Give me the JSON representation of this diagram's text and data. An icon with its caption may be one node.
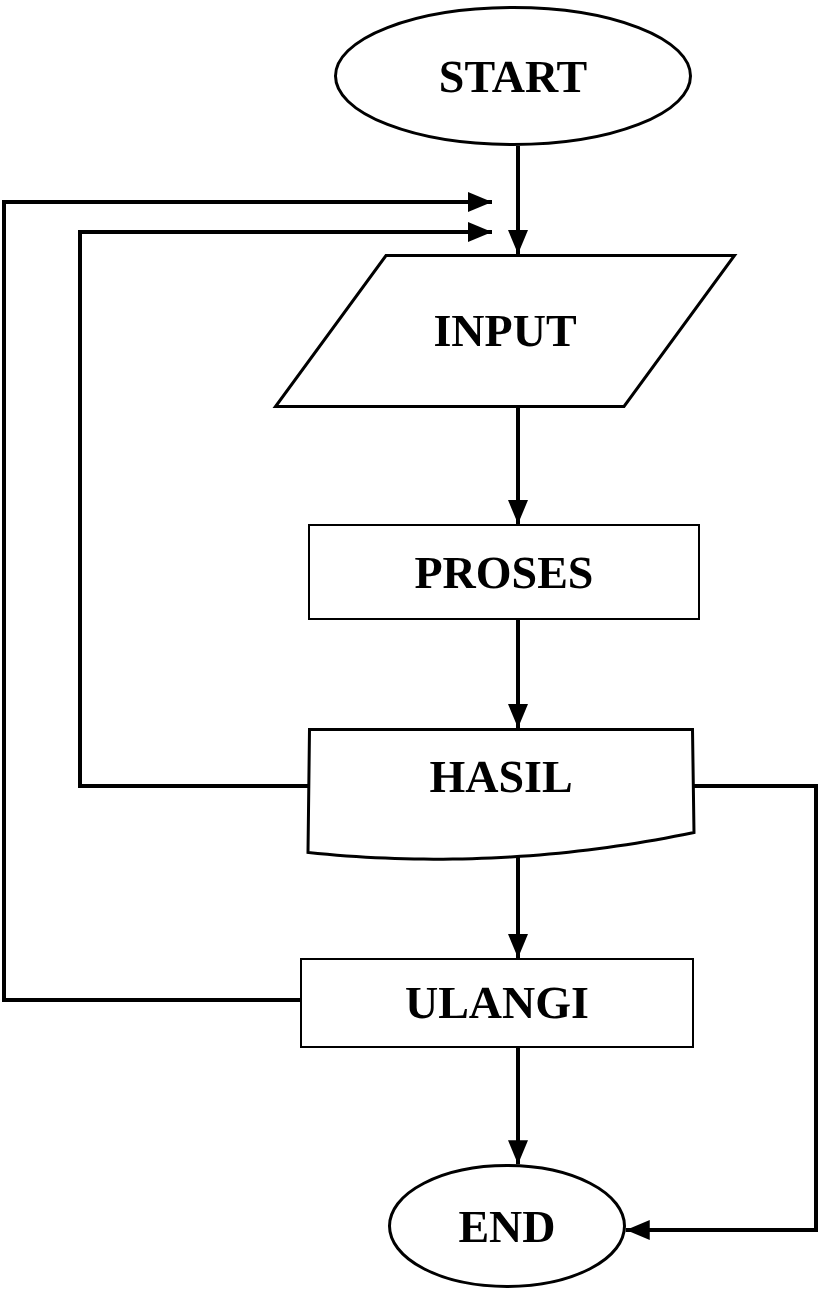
{
  "diagram": {
    "nodes": [
      {
        "text": [
          "START"
        ]
      },
      {
        "text": [
          "INPUT"
        ]
      },
      {
        "text": [
          "PROSES"
        ]
      },
      {
        "text": [
          "HASIL"
        ]
      },
      {
        "text": [
          "ULANGI"
        ]
      },
      {
        "text": [
          "END"
        ]
      }
    ],
    "edges": [
      {
        "from": 0,
        "to": 1,
        "arrow": "to"
      },
      {
        "from": 1,
        "to": 2,
        "arrow": "to"
      },
      {
        "from": 2,
        "to": 3,
        "arrow": "to"
      },
      {
        "from": 3,
        "to": 4,
        "arrow": "to"
      },
      {
        "from": 4,
        "to": 5,
        "arrow": "to"
      },
      {
        "from": 3,
        "to": 1,
        "arrow": "to"
      },
      {
        "from": 4,
        "to": 1,
        "arrow": "to"
      },
      {
        "from": 3,
        "to": 5,
        "arrow": "to"
      }
    ]
  }
}
